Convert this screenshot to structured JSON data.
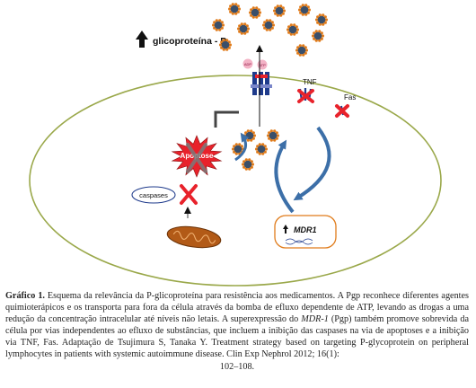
{
  "diagram": {
    "title_label": "glicoproteína - P",
    "pgp_badges": [
      "ADP",
      "ATP"
    ],
    "tnf_label": "TNF",
    "fas_label": "Fas",
    "apoptose_label": "Apoptose",
    "caspases_label": "caspases",
    "mdr1_label": "MDR1",
    "colors": {
      "membrane": "#9aa84a",
      "pgp": "#1f3b8c",
      "drug_core": "#3a4f6a",
      "drug_spikes": "#e07b1a",
      "red_x": "#e8222b",
      "arrow_blue": "#3c6fa8",
      "mdr1_border": "#e07b1a",
      "mitochondria": "#b25a17"
    }
  },
  "caption": {
    "heading": "Gráfico 1.",
    "body_1": " Esquema da relevância da P-glicoproteína para resistência aos medicamentos. A Pgp reconhece diferentes agentes quimioterápicos e os transporta para fora da célula através da bomba de efluxo dependente de ATP, levando as drogas a uma redução da concentração intracelular até níveis não letais. A superexpressão do ",
    "gene": "MDR-1",
    "body_2": " (Pgp)  também promove sobrevida da célula por vias independentes ao efluxo de substâncias, que incluem a inibição das caspases na via de apoptoses e a inibição via TNF, Fas. Adaptação de Tsujimura S, Tanaka Y. Treatment strategy based on targeting P-glycoprotein on peripheral lymphocytes in patients with systemic autoimmune disease. Clin Exp Nephrol 2012; 16(1):",
    "ending": "102–108."
  }
}
